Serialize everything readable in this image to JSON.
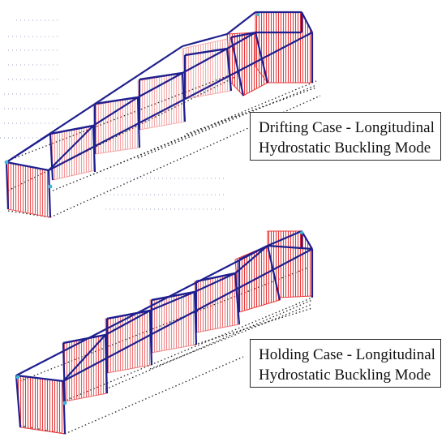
{
  "figure": {
    "panels": [
      {
        "id": "drifting",
        "caption": {
          "line1": "Drifting Case - Longitudinal",
          "line2": "Hydrostatic Buckling Mode"
        }
      },
      {
        "id": "holding",
        "caption": {
          "line1": "Holding Case - Longitudinal",
          "line2": "Hydrostatic Buckling Mode"
        }
      }
    ],
    "colors": {
      "frame": "#1f1f8f",
      "buckled": "#e8383a",
      "dotted": "#222222",
      "node": "#39b6d8",
      "caption_border": "#2a2a2a"
    }
  }
}
